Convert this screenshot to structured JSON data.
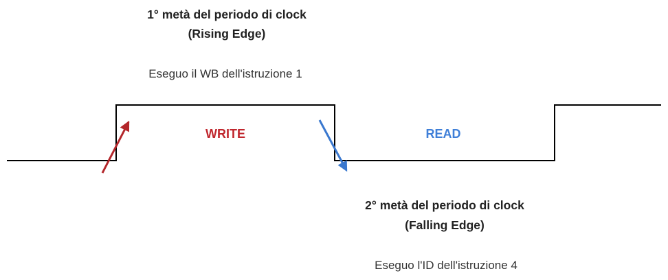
{
  "rising": {
    "title_line1": "1° metà del periodo di clock",
    "title_line2": "(Rising Edge)",
    "note": "Eseguo il WB dell'istruzione 1"
  },
  "falling": {
    "title_line1": "2° metà del periodo di clock",
    "title_line2": "(Falling Edge)",
    "note": "Eseguo l'ID dell'istruzione 4"
  },
  "phases": {
    "write_label": "WRITE",
    "read_label": "READ"
  },
  "colors": {
    "signal": "#000000",
    "write": "#c0262d",
    "read": "#3f7fd8",
    "rising_arrow": "#b3262a",
    "falling_arrow": "#3a78cf"
  }
}
